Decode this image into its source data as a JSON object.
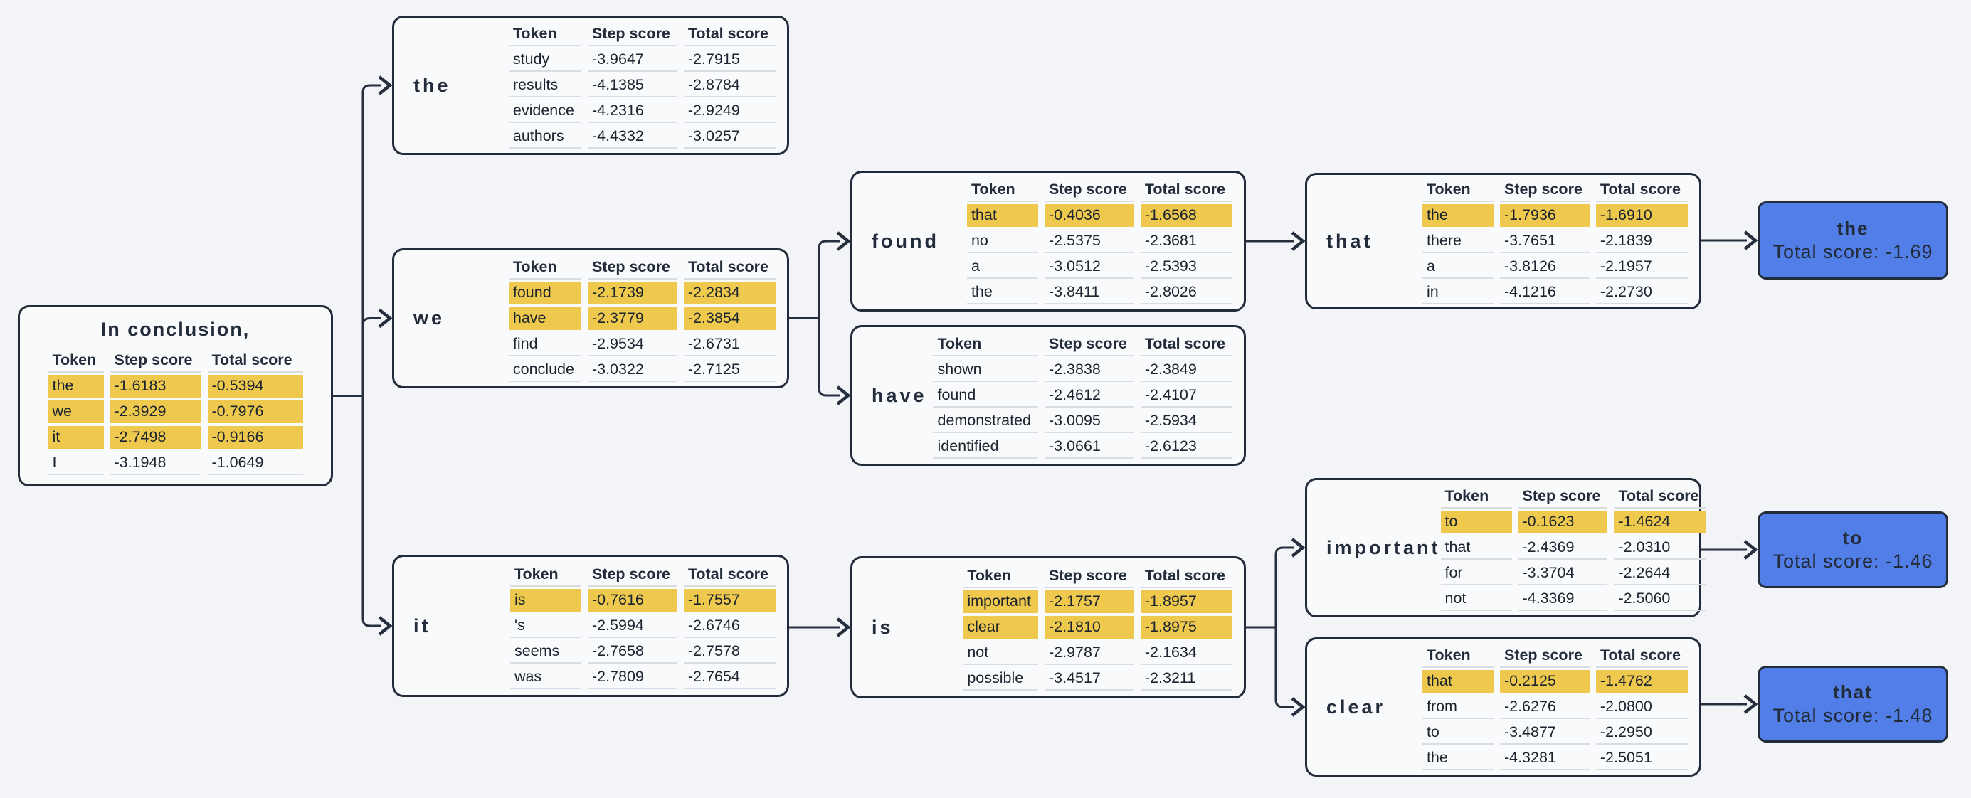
{
  "colors": {
    "page_bg": "#f2f4f8",
    "node_fill": "#f9fafc",
    "node_border": "#232c3a",
    "connector": "#262f3d",
    "highlight_yellow": "#eec94e",
    "result_blue": "#527ee8",
    "row_divider": "#d9dce1"
  },
  "table_headers": [
    "Token",
    "Step score",
    "Total score"
  ],
  "root": {
    "id": "root",
    "title": "In conclusion,",
    "rows": [
      {
        "token": "the",
        "step": "-1.6183",
        "total": "-0.5394",
        "highlight": true
      },
      {
        "token": "we",
        "step": "-2.3929",
        "total": "-0.7976",
        "highlight": true
      },
      {
        "token": "it",
        "step": "-2.7498",
        "total": "-0.9166",
        "highlight": true
      },
      {
        "token": "I",
        "step": "-3.1948",
        "total": "-1.0649",
        "highlight": false
      }
    ]
  },
  "nodes": [
    {
      "id": "the",
      "label": "the",
      "rows": [
        {
          "token": "study",
          "step": "-3.9647",
          "total": "-2.7915",
          "highlight": false
        },
        {
          "token": "results",
          "step": "-4.1385",
          "total": "-2.8784",
          "highlight": false
        },
        {
          "token": "evidence",
          "step": "-4.2316",
          "total": "-2.9249",
          "highlight": false
        },
        {
          "token": "authors",
          "step": "-4.4332",
          "total": "-3.0257",
          "highlight": false
        }
      ]
    },
    {
      "id": "we",
      "label": "we",
      "rows": [
        {
          "token": "found",
          "step": "-2.1739",
          "total": "-2.2834",
          "highlight": true
        },
        {
          "token": "have",
          "step": "-2.3779",
          "total": "-2.3854",
          "highlight": true
        },
        {
          "token": "find",
          "step": "-2.9534",
          "total": "-2.6731",
          "highlight": false
        },
        {
          "token": "conclude",
          "step": "-3.0322",
          "total": "-2.7125",
          "highlight": false
        }
      ]
    },
    {
      "id": "it",
      "label": "it",
      "rows": [
        {
          "token": "is",
          "step": "-0.7616",
          "total": "-1.7557",
          "highlight": true
        },
        {
          "token": "'s",
          "step": "-2.5994",
          "total": "-2.6746",
          "highlight": false
        },
        {
          "token": "seems",
          "step": "-2.7658",
          "total": "-2.7578",
          "highlight": false
        },
        {
          "token": "was",
          "step": "-2.7809",
          "total": "-2.7654",
          "highlight": false
        }
      ]
    },
    {
      "id": "found",
      "label": "found",
      "rows": [
        {
          "token": "that",
          "step": "-0.4036",
          "total": "-1.6568",
          "highlight": true
        },
        {
          "token": "no",
          "step": "-2.5375",
          "total": "-2.3681",
          "highlight": false
        },
        {
          "token": "a",
          "step": "-3.0512",
          "total": "-2.5393",
          "highlight": false
        },
        {
          "token": "the",
          "step": "-3.8411",
          "total": "-2.8026",
          "highlight": false
        }
      ]
    },
    {
      "id": "have",
      "label": "have",
      "rows": [
        {
          "token": "shown",
          "step": "-2.3838",
          "total": "-2.3849",
          "highlight": false
        },
        {
          "token": "found",
          "step": "-2.4612",
          "total": "-2.4107",
          "highlight": false
        },
        {
          "token": "demonstrated",
          "step": "-3.0095",
          "total": "-2.5934",
          "highlight": false
        },
        {
          "token": "identified",
          "step": "-3.0661",
          "total": "-2.6123",
          "highlight": false
        }
      ]
    },
    {
      "id": "is",
      "label": "is",
      "rows": [
        {
          "token": "important",
          "step": "-2.1757",
          "total": "-1.8957",
          "highlight": true
        },
        {
          "token": "clear",
          "step": "-2.1810",
          "total": "-1.8975",
          "highlight": true
        },
        {
          "token": "not",
          "step": "-2.9787",
          "total": "-2.1634",
          "highlight": false
        },
        {
          "token": "possible",
          "step": "-3.4517",
          "total": "-2.3211",
          "highlight": false
        }
      ]
    },
    {
      "id": "that",
      "label": "that",
      "rows": [
        {
          "token": "the",
          "step": "-1.7936",
          "total": "-1.6910",
          "highlight": true
        },
        {
          "token": "there",
          "step": "-3.7651",
          "total": "-2.1839",
          "highlight": false
        },
        {
          "token": "a",
          "step": "-3.8126",
          "total": "-2.1957",
          "highlight": false
        },
        {
          "token": "in",
          "step": "-4.1216",
          "total": "-2.2730",
          "highlight": false
        }
      ]
    },
    {
      "id": "important",
      "label": "important",
      "rows": [
        {
          "token": "to",
          "step": "-0.1623",
          "total": "-1.4624",
          "highlight": true
        },
        {
          "token": "that",
          "step": "-2.4369",
          "total": "-2.0310",
          "highlight": false
        },
        {
          "token": "for",
          "step": "-3.3704",
          "total": "-2.2644",
          "highlight": false
        },
        {
          "token": "not",
          "step": "-4.3369",
          "total": "-2.5060",
          "highlight": false
        }
      ]
    },
    {
      "id": "clear",
      "label": "clear",
      "rows": [
        {
          "token": "that",
          "step": "-0.2125",
          "total": "-1.4762",
          "highlight": true
        },
        {
          "token": "from",
          "step": "-2.6276",
          "total": "-2.0800",
          "highlight": false
        },
        {
          "token": "to",
          "step": "-3.4877",
          "total": "-2.2950",
          "highlight": false
        },
        {
          "token": "the",
          "step": "-4.3281",
          "total": "-2.5051",
          "highlight": false
        }
      ]
    }
  ],
  "results": [
    {
      "id": "result-the",
      "token": "the",
      "score_label": "Total score: -1.69"
    },
    {
      "id": "result-to",
      "token": "to",
      "score_label": "Total score: -1.46"
    },
    {
      "id": "result-that",
      "token": "that",
      "score_label": "Total score: -1.48"
    }
  ],
  "edges": [
    {
      "from": "root",
      "to": "the"
    },
    {
      "from": "root",
      "to": "we"
    },
    {
      "from": "root",
      "to": "it"
    },
    {
      "from": "we",
      "to": "found"
    },
    {
      "from": "we",
      "to": "have"
    },
    {
      "from": "it",
      "to": "is"
    },
    {
      "from": "found",
      "to": "that"
    },
    {
      "from": "that",
      "to": "result-the"
    },
    {
      "from": "is",
      "to": "important"
    },
    {
      "from": "is",
      "to": "clear"
    },
    {
      "from": "important",
      "to": "result-to"
    },
    {
      "from": "clear",
      "to": "result-that"
    }
  ]
}
